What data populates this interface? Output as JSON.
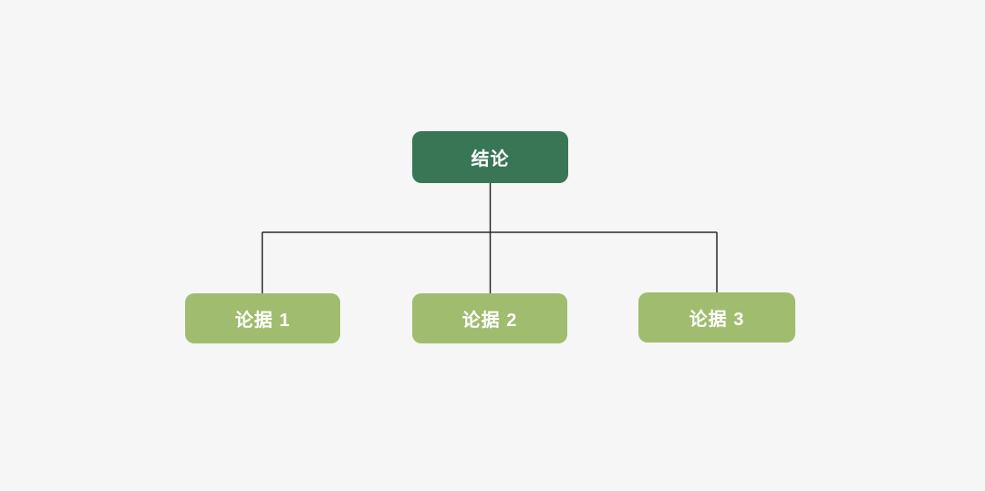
{
  "diagram": {
    "type": "tree",
    "root": {
      "label": "结论"
    },
    "children": [
      {
        "label": "论据 1"
      },
      {
        "label": "论据 2"
      },
      {
        "label": "论据 3"
      }
    ],
    "colors": {
      "background": "#f5f6f5",
      "root_fill": "#387655",
      "child_fill": "#a0bc6e",
      "text": "#ffffff",
      "connector": "#2a2a2a"
    }
  }
}
